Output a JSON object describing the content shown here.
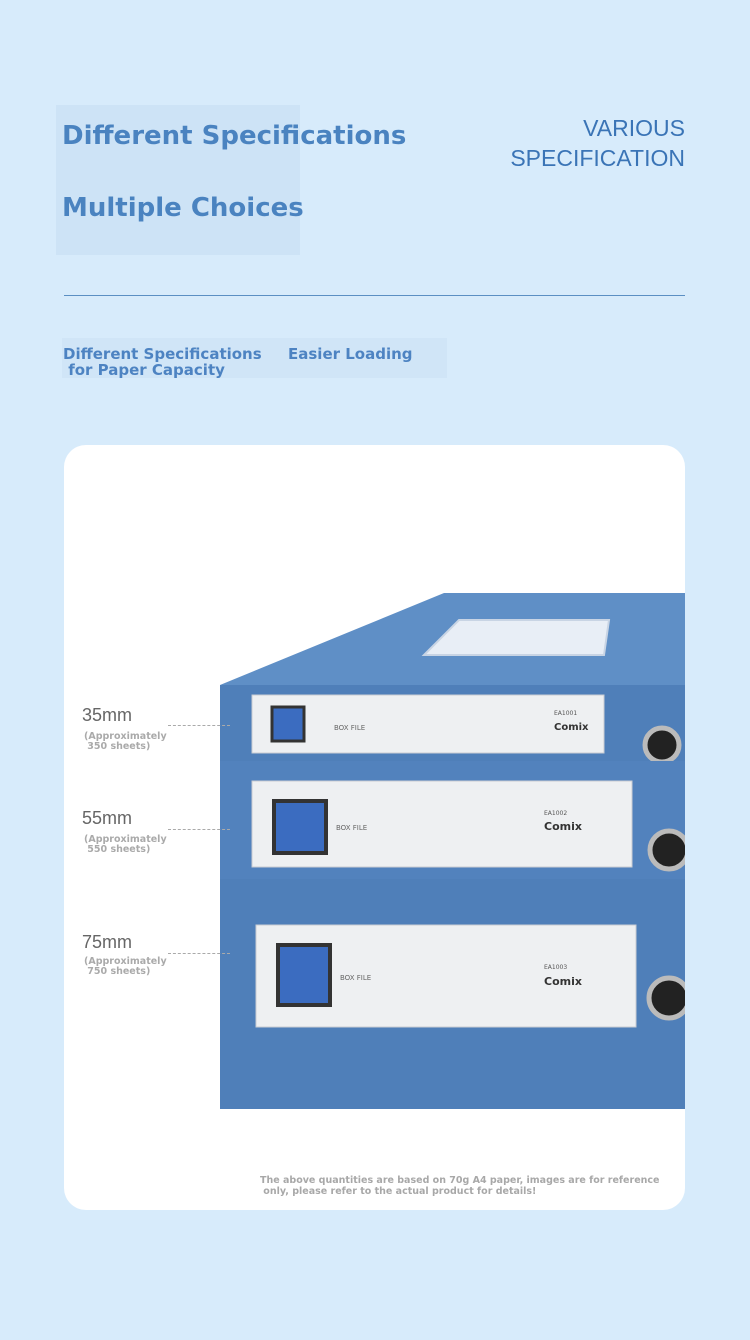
{
  "header": {
    "title_line1": "Different Specifications",
    "title_line2": "Multiple Choices",
    "side_line1": "VARIOUS",
    "side_line2": "SPECIFICATION"
  },
  "features": [
    {
      "label": "Different Specifications\n for Paper Capacity"
    },
    {
      "label": "Easier Loading"
    }
  ],
  "specs": [
    {
      "size": "35mm",
      "note": "(Approximately\n 350 sheets)"
    },
    {
      "size": "55mm",
      "note": "(Approximately\n 550 sheets)"
    },
    {
      "size": "75mm",
      "note": "(Approximately\n 750 sheets)"
    }
  ],
  "box_label": {
    "brand": "Comix",
    "kind": "BOX FILE",
    "models": [
      "EA1001",
      "EA1002",
      "EA1003"
    ]
  },
  "disclaimer": "The above quantities are based on 70g A4 paper, images are for reference\n only, please refer to the actual product for details!",
  "colors": {
    "background": "#d7ebfb",
    "accent": "#4a83c0",
    "box_blue": "#4f7fb9"
  }
}
